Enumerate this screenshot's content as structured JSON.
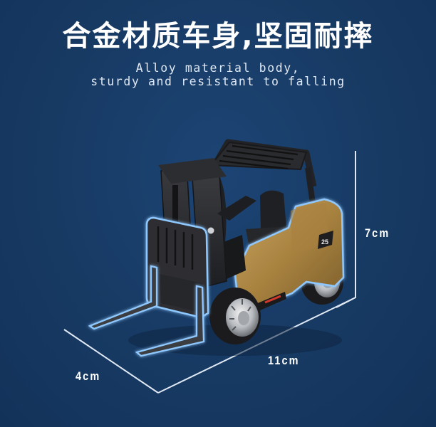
{
  "header": {
    "title_cn": "合金材质车身,坚固耐摔",
    "subtitle_line1": "Alloy material body,",
    "subtitle_line2": "sturdy and resistant to falling"
  },
  "product": {
    "name": "toy-forklift",
    "body_badge": "25",
    "body_color": "#b48e4c",
    "frame_color": "#2b2b2e",
    "highlight_outline_color": "#8ec8ff"
  },
  "dimensions": {
    "height": "7cm",
    "length": "11cm",
    "width": "4cm"
  },
  "colors": {
    "background": "#173a63",
    "text": "#ffffff",
    "dimension_line": "#dfe8f3"
  }
}
